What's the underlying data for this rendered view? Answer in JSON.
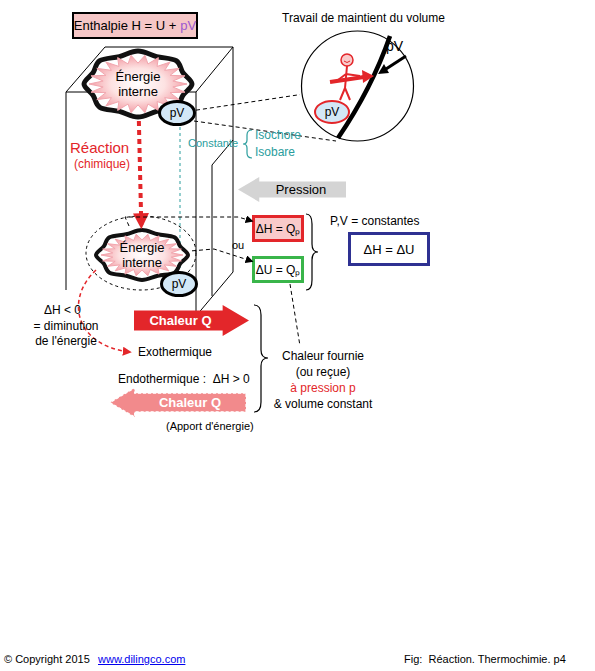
{
  "diagram": {
    "caption": "Fig:  Réaction. Thermochimie. p4",
    "nodes": [
      {
        "text": [
          "Enthalpie H = U +",
          "pV"
        ]
      },
      {
        "text": [
          "Énergie interne"
        ]
      },
      {
        "text": [
          "pV"
        ]
      },
      {
        "text": [
          "Travail de maintient du volume",
          "pV"
        ]
      },
      {
        "text": [
          "pV"
        ],
        "in": 3
      },
      {
        "text": [
          "Pression"
        ]
      },
      {
        "text": [
          "Énergie interne"
        ]
      },
      {
        "text": [
          "pV"
        ]
      },
      {
        "text": [
          "ΔH = Qₚ"
        ]
      },
      {
        "text": [
          "ΔU = Qₚ"
        ]
      },
      {
        "text": [
          "ΔH = ΔU"
        ]
      },
      {
        "text": [
          "Chaleur Q"
        ]
      },
      {
        "text": [
          "Chaleur Q"
        ]
      }
    ],
    "edges": [
      {
        "from": 1,
        "to": 6,
        "arrow": "to"
      },
      {
        "from": 2,
        "to": 3,
        "arrow": "none"
      },
      {
        "from": 6,
        "to": 8,
        "arrow": "to"
      },
      {
        "from": 6,
        "to": 9,
        "arrow": "to"
      }
    ],
    "labels": [
      "Réaction",
      "(chimique)",
      "Constante",
      "Isochore",
      "Isobare",
      "ou",
      "P,V = constantes",
      "ΔH < 0",
      "= diminution de l'énergie",
      "Exothermique",
      "Endothermique :  ΔH > 0",
      "(Apport d'énergie)",
      "Chaleur fournie (ou reçue)",
      "à pression p",
      "& volume constant",
      "© Copyright 2015",
      "www.dilingco.com"
    ]
  }
}
